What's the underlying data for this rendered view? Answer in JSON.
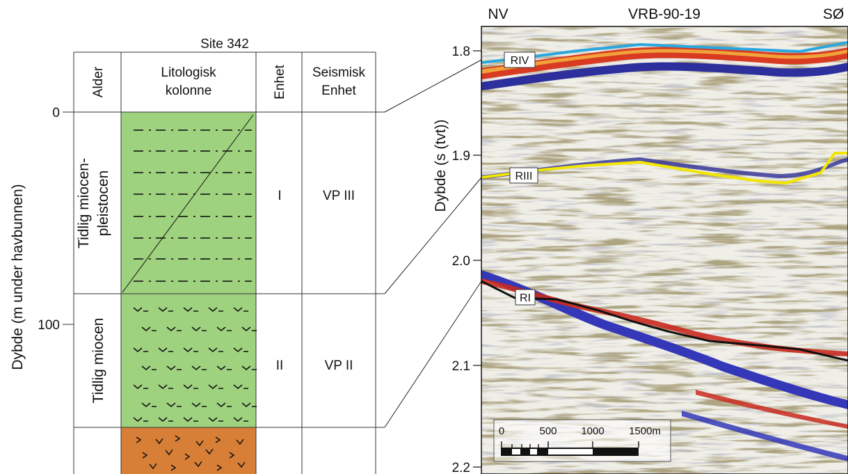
{
  "column": {
    "site_title": "Site 342",
    "headers": {
      "age": "Alder",
      "lith_line1": "Litologisk",
      "lith_line2": "kolonne",
      "unit": "Enhet",
      "seis_line1": "Seismisk",
      "seis_line2": "Enhet"
    },
    "depth_axis_label": "Dybde (m under havbunnen)",
    "depth_ticks": [
      "0",
      "100"
    ],
    "rows": [
      {
        "age_line1": "Tidlig miocen-",
        "age_line2": "pleistocen",
        "unit": "I",
        "seismic_unit": "VP III"
      },
      {
        "age_line1": "Tidlig miocen",
        "age_line2": "",
        "unit": "II",
        "seismic_unit": "VP II"
      }
    ],
    "colors": {
      "green": "#9fd27f",
      "orange": "#d77f37"
    }
  },
  "seismic": {
    "left_label": "NV",
    "center_label": "VRB-90-19",
    "right_label": "SØ",
    "y_axis_label": "Dybde (s (tvt))",
    "y_ticks": [
      "1.8",
      "1.9",
      "2.0",
      "2.1",
      "2.2"
    ],
    "reflectors": [
      {
        "label": "RIV",
        "color": "#2aa7df"
      },
      {
        "label": "RIII",
        "color": "#f2e600"
      },
      {
        "label": "RI",
        "color": "#111111"
      }
    ],
    "scale_bar": {
      "labels": [
        "0",
        "500",
        "1000",
        "1500m"
      ]
    }
  }
}
